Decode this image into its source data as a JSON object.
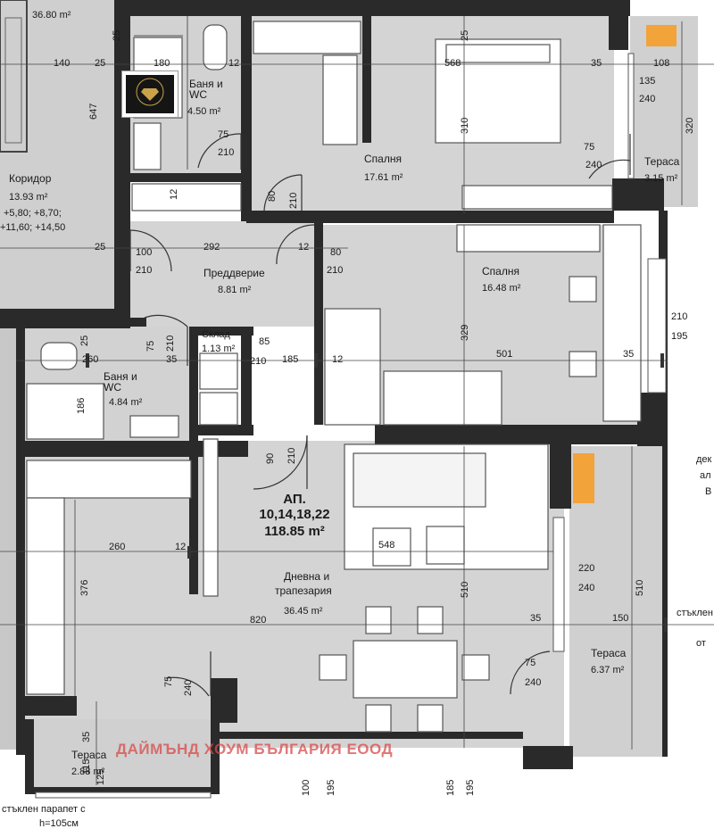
{
  "apartment": {
    "title": "АП.",
    "numbers": "10,14,18,22",
    "area": "118.85 m²"
  },
  "rooms": {
    "corridor_top": {
      "area": "36.80 m²"
    },
    "corridor": {
      "name": "Коридор",
      "area": "13.93 m²",
      "levels_1": "+5,80; +8,70;",
      "levels_2": "+11,60; +14,50"
    },
    "bath1": {
      "name": "Баня и WC",
      "area": "4.50 m²"
    },
    "bedroom1": {
      "name": "Спалня",
      "area": "17.61 m²"
    },
    "terrace1": {
      "name": "Тераса",
      "area": "3.15 m²"
    },
    "hall": {
      "name": "Преддверие",
      "area": "8.81 m²"
    },
    "bedroom2": {
      "name": "Спалня",
      "area": "16.48 m²"
    },
    "storage": {
      "name": "Склад",
      "area": "1.13 m²"
    },
    "bath2": {
      "name": "Баня и WC",
      "area": "4.84 m²"
    },
    "living": {
      "name_1": "Дневна и",
      "name_2": "трапезария",
      "area": "36.45 m²"
    },
    "terrace2": {
      "name": "Тераса",
      "area": "6.37 m²"
    },
    "terrace3": {
      "name": "Тераса",
      "area": "2.88 m²"
    }
  },
  "dimensions": [
    {
      "id": "d140",
      "text": "140"
    },
    {
      "id": "d25a",
      "text": "25"
    },
    {
      "id": "d180",
      "text": "180"
    },
    {
      "id": "d12a",
      "text": "12"
    },
    {
      "id": "d568",
      "text": "568"
    },
    {
      "id": "d35a",
      "text": "35"
    },
    {
      "id": "d108",
      "text": "108"
    },
    {
      "id": "d135",
      "text": "135"
    },
    {
      "id": "d240a",
      "text": "240"
    },
    {
      "id": "d75a",
      "text": "75"
    },
    {
      "id": "d210a",
      "text": "210"
    },
    {
      "id": "d75b",
      "text": "75"
    },
    {
      "id": "d240b",
      "text": "240"
    },
    {
      "id": "d25b",
      "text": "25"
    },
    {
      "id": "d100a",
      "text": "100"
    },
    {
      "id": "d210b",
      "text": "210"
    },
    {
      "id": "d292",
      "text": "292"
    },
    {
      "id": "d12b",
      "text": "12"
    },
    {
      "id": "d80a",
      "text": "80"
    },
    {
      "id": "d210c",
      "text": "210"
    },
    {
      "id": "d35b",
      "text": "35"
    },
    {
      "id": "d260a",
      "text": "260"
    },
    {
      "id": "d85",
      "text": "85"
    },
    {
      "id": "d210d",
      "text": "210"
    },
    {
      "id": "d185a",
      "text": "185"
    },
    {
      "id": "d12c",
      "text": "12"
    },
    {
      "id": "d501",
      "text": "501"
    },
    {
      "id": "d35c",
      "text": "35"
    },
    {
      "id": "d210e",
      "text": "210"
    },
    {
      "id": "d195a",
      "text": "195"
    },
    {
      "id": "d12d",
      "text": "12"
    },
    {
      "id": "d260b",
      "text": "260"
    },
    {
      "id": "d548",
      "text": "548"
    },
    {
      "id": "d220",
      "text": "220"
    },
    {
      "id": "d240c",
      "text": "240"
    },
    {
      "id": "d820",
      "text": "820"
    },
    {
      "id": "d35d",
      "text": "35"
    },
    {
      "id": "d150",
      "text": "150"
    },
    {
      "id": "d75c",
      "text": "75"
    },
    {
      "id": "d240d",
      "text": "240"
    },
    {
      "id": "d100b",
      "text": "100"
    },
    {
      "id": "d195b",
      "text": "195"
    },
    {
      "id": "d185b",
      "text": "185"
    },
    {
      "id": "d195c",
      "text": "195"
    }
  ],
  "vertical_dimensions": [
    {
      "id": "v25a",
      "text": "25"
    },
    {
      "id": "v647",
      "text": "647"
    },
    {
      "id": "v310",
      "text": "310"
    },
    {
      "id": "v320",
      "text": "320"
    },
    {
      "id": "v25b",
      "text": "25"
    },
    {
      "id": "v80a",
      "text": "80"
    },
    {
      "id": "v210a",
      "text": "210"
    },
    {
      "id": "v12a",
      "text": "12"
    },
    {
      "id": "v75a",
      "text": "75"
    },
    {
      "id": "v210b",
      "text": "210"
    },
    {
      "id": "v25c",
      "text": "25"
    },
    {
      "id": "v329",
      "text": "329"
    },
    {
      "id": "v186",
      "text": "186"
    },
    {
      "id": "v90",
      "text": "90"
    },
    {
      "id": "v210c",
      "text": "210"
    },
    {
      "id": "v376",
      "text": "376"
    },
    {
      "id": "v510a",
      "text": "510"
    },
    {
      "id": "v510b",
      "text": "510"
    },
    {
      "id": "v75b",
      "text": "75"
    },
    {
      "id": "v240",
      "text": "240"
    },
    {
      "id": "v35",
      "text": "35"
    },
    {
      "id": "v125",
      "text": "125"
    },
    {
      "id": "v115",
      "text": "115"
    },
    {
      "id": "v100",
      "text": "100"
    },
    {
      "id": "v195a",
      "text": "195"
    },
    {
      "id": "v185",
      "text": "185"
    },
    {
      "id": "v195b",
      "text": "195"
    }
  ],
  "notes": {
    "parapet_1": "стъклен парапет с",
    "parapet_2": "h=105см",
    "right_1": "стъклен",
    "right_2": "от",
    "right_top_1": "дек",
    "right_top_2": "ал",
    "right_top_3": "В"
  },
  "watermark": "ДАЙМЪНД ХОУМ БЪЛГАРИЯ ЕООД",
  "colors": {
    "wall": "#2a2a2a",
    "floor": "#d4d4d4",
    "accent": "#f2a33a",
    "watermark": "#d84a4a"
  }
}
